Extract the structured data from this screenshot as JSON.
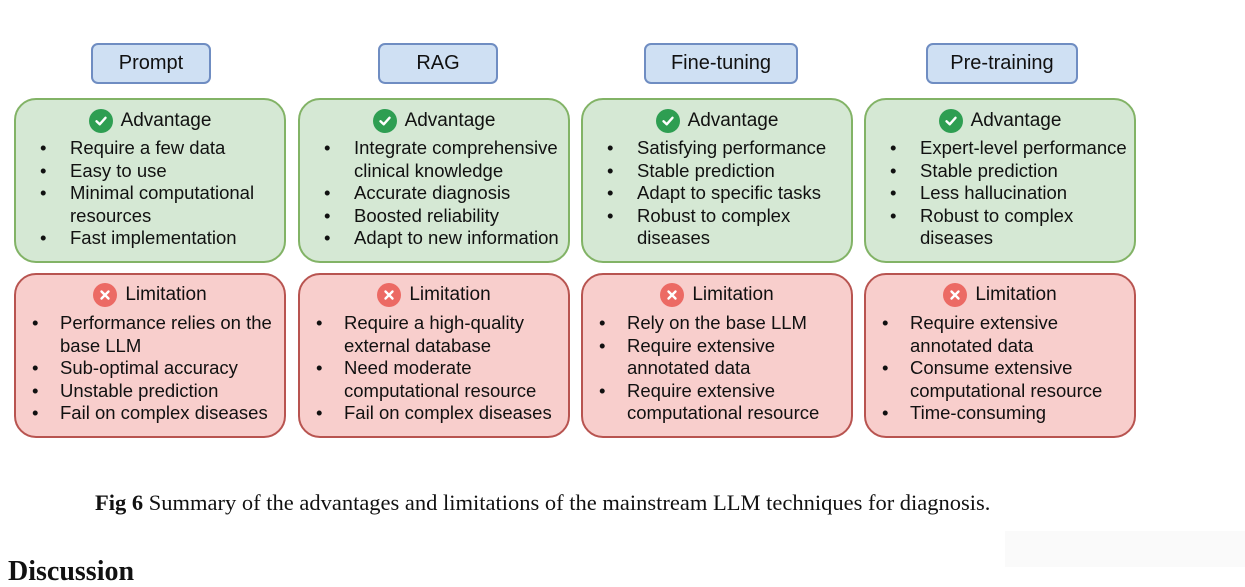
{
  "columns": [
    {
      "title": "Prompt",
      "advantage": {
        "label": "Advantage",
        "items": [
          "Require a few data",
          "Easy to use",
          "Minimal computational resources",
          "Fast implementation"
        ]
      },
      "limitation": {
        "label": "Limitation",
        "items": [
          "Performance relies on the base LLM",
          "Sub-optimal accuracy",
          "Unstable prediction",
          "Fail on complex diseases"
        ]
      }
    },
    {
      "title": "RAG",
      "advantage": {
        "label": "Advantage",
        "items": [
          "Integrate comprehensive clinical knowledge",
          "Accurate diagnosis",
          "Boosted reliability",
          "Adapt to new information"
        ]
      },
      "limitation": {
        "label": "Limitation",
        "items": [
          "Require a high-quality external database",
          "Need moderate computational resource",
          "Fail on complex diseases"
        ]
      }
    },
    {
      "title": "Fine-tuning",
      "advantage": {
        "label": "Advantage",
        "items": [
          "Satisfying performance",
          "Stable prediction",
          "Adapt to specific tasks",
          "Robust to complex diseases"
        ]
      },
      "limitation": {
        "label": "Limitation",
        "items": [
          "Rely on the base LLM",
          "Require extensive annotated data",
          "Require extensive computational resource"
        ]
      }
    },
    {
      "title": "Pre-training",
      "advantage": {
        "label": "Advantage",
        "items": [
          "Expert-level performance",
          "Stable prediction",
          "Less hallucination",
          "Robust to complex diseases"
        ]
      },
      "limitation": {
        "label": "Limitation",
        "items": [
          "Require extensive annotated data",
          "Consume extensive computational resource",
          "Time-consuming"
        ]
      }
    }
  ],
  "caption": {
    "label": "Fig 6",
    "text": " Summary of the advantages and limitations of the mainstream LLM techniques for diagnosis."
  },
  "next_heading": "Discussion",
  "icons": {
    "advantage": "check-circle-icon",
    "limitation": "x-circle-icon"
  },
  "colors": {
    "title_fill": "#cfe0f3",
    "title_border": "#6f8dc2",
    "advantage_fill": "#d5e8d4",
    "advantage_border": "#82b366",
    "limitation_fill": "#f8cecc",
    "limitation_border": "#b85450",
    "check_icon": "#2e9e52",
    "x_icon": "#ec6a64"
  }
}
